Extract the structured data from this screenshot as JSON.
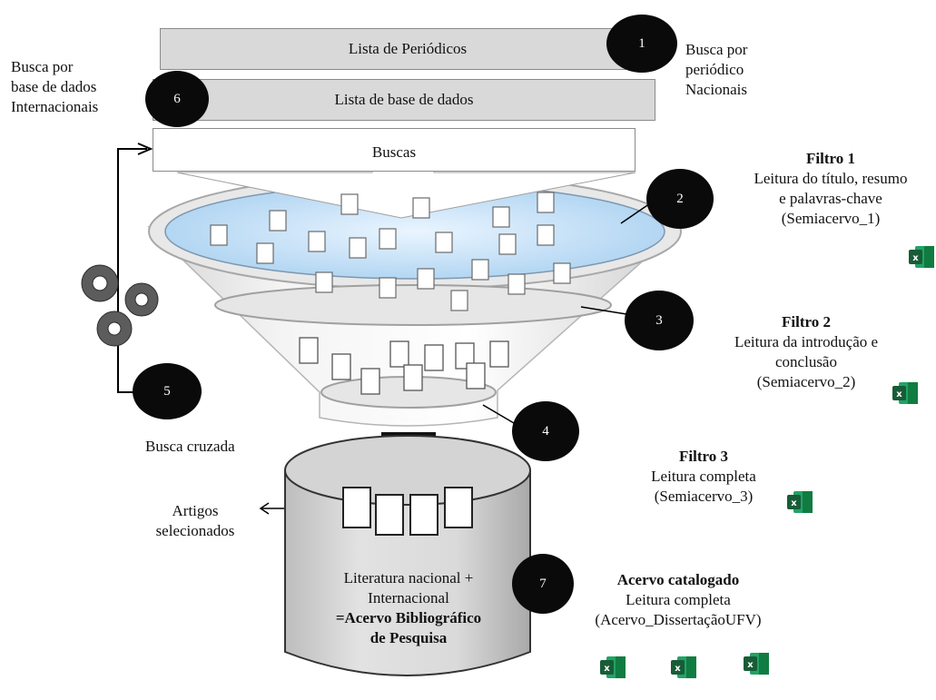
{
  "boxes": {
    "periodicos": "Lista de Periódicos",
    "base_dados": "Lista de base de dados",
    "buscas": "Buscas"
  },
  "markers": [
    "1",
    "2",
    "3",
    "4",
    "5",
    "6",
    "7"
  ],
  "left_labels": {
    "busca_internacional": [
      "Busca por",
      "base de dados",
      "Internacionais"
    ],
    "busca_cruzada": "Busca cruzada",
    "artigos": [
      "Artigos",
      "selecionados"
    ]
  },
  "right_labels": {
    "busca_nacional": [
      "Busca por",
      "periódico",
      "Nacionais"
    ],
    "filtro1": {
      "title": "Filtro 1",
      "lines": [
        "Leitura do título, resumo",
        "e palavras-chave",
        "(Semiacervo_1)"
      ]
    },
    "filtro2": {
      "title": "Filtro 2",
      "lines": [
        "Leitura da introdução e",
        "conclusão",
        "(Semiacervo_2)"
      ]
    },
    "filtro3": {
      "title": "Filtro 3",
      "lines": [
        "Leitura completa",
        "(Semiacervo_3)"
      ]
    },
    "acervo": {
      "title": "Acervo catalogado",
      "lines": [
        "Leitura completa",
        "(Acervo_DissertaçãoUFV)"
      ]
    }
  },
  "cylinder": {
    "line1": "Literatura nacional +",
    "line2": "Internacional",
    "line3": "=Acervo Bibliográfico",
    "line4": "de Pesquisa"
  },
  "icons": {
    "spreadsheet": "excel-icon",
    "gears": "gears-icon",
    "document": "document-icon"
  },
  "colors": {
    "circle": "#0a0a0a",
    "box_gray": "#d9d9d9",
    "excel_green": "#1e7145",
    "funnel_blue": "#cfe6fa"
  }
}
